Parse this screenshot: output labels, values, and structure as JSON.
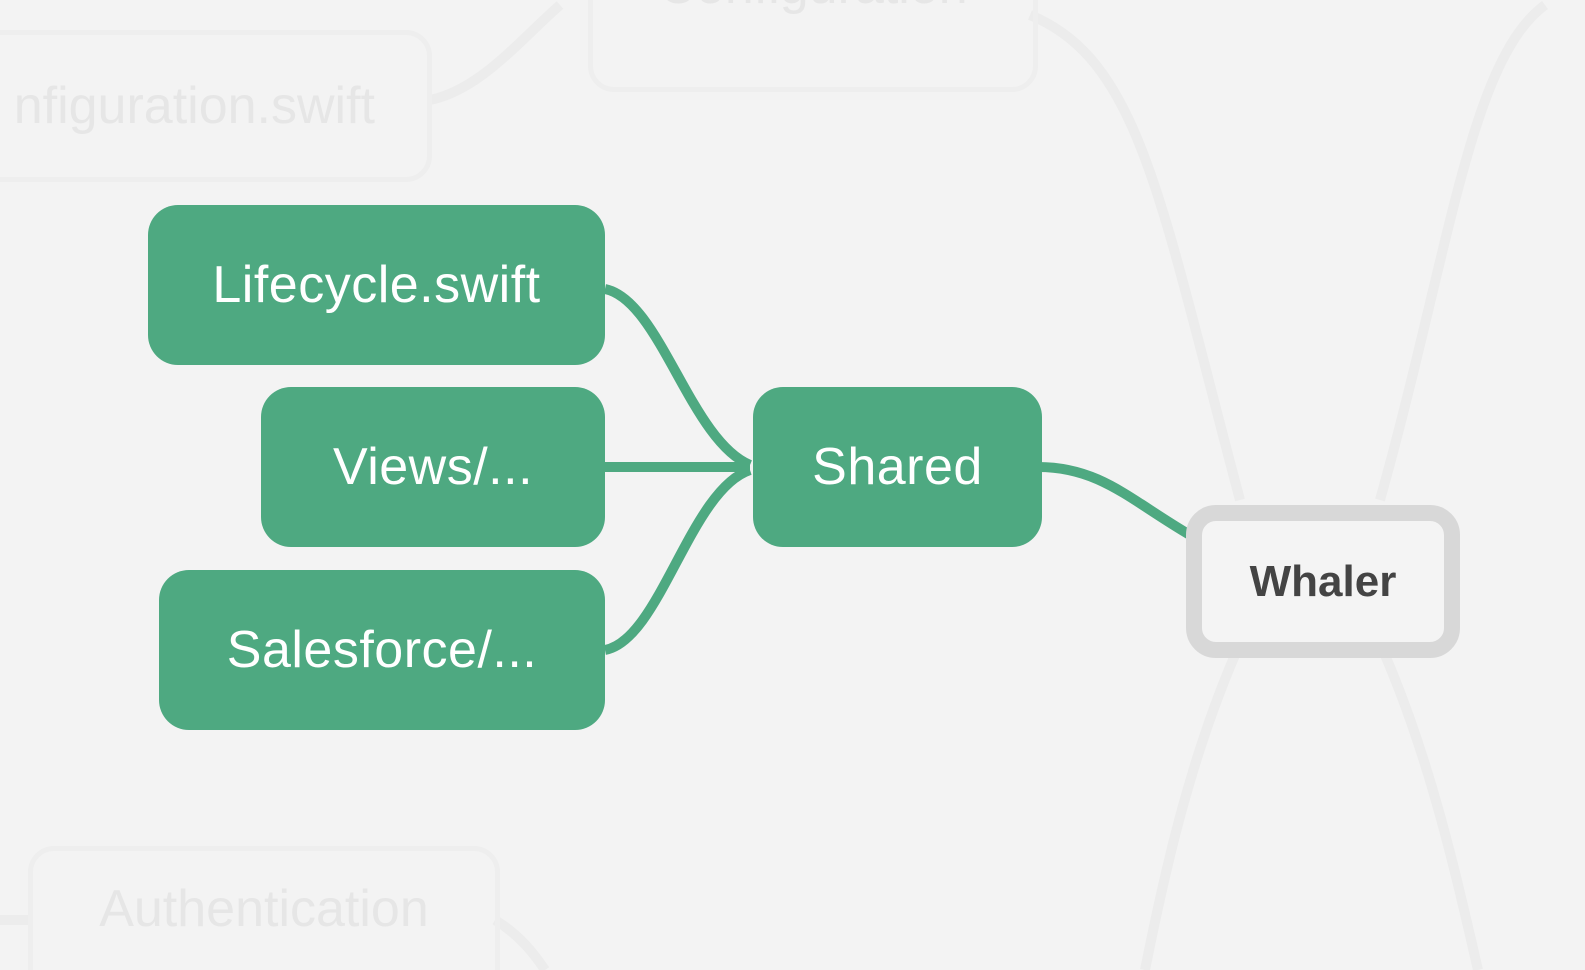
{
  "colors": {
    "background": "#f3f3f3",
    "active_node": "#4ea981",
    "active_edge": "#4ea981",
    "faded_edge": "#ececec",
    "root_border": "#d8d8d8",
    "root_text": "#444444"
  },
  "nodes": {
    "lifecycle": "Lifecycle.swift",
    "views": "Views/...",
    "salesforce": "Salesforce/...",
    "shared": "Shared",
    "root": "Whaler",
    "faded_configuration": "Configuration",
    "faded_configuration_swift": "nfiguration.swift",
    "faded_authentication": "Authentication"
  },
  "edges": [
    {
      "from": "lifecycle",
      "to": "shared"
    },
    {
      "from": "views",
      "to": "shared"
    },
    {
      "from": "salesforce",
      "to": "shared"
    },
    {
      "from": "shared",
      "to": "root"
    }
  ]
}
